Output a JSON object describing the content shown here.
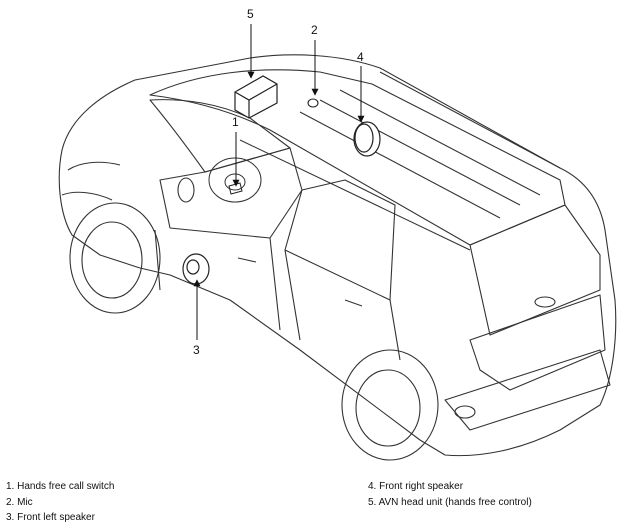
{
  "callouts": [
    "1",
    "2",
    "3",
    "4",
    "5"
  ],
  "legend": {
    "left": [
      "1. Hands free call switch",
      "2. Mic",
      "3. Front left speaker"
    ],
    "right": [
      "4. Front right speaker",
      "5. AVN head unit (hands free control)"
    ]
  }
}
